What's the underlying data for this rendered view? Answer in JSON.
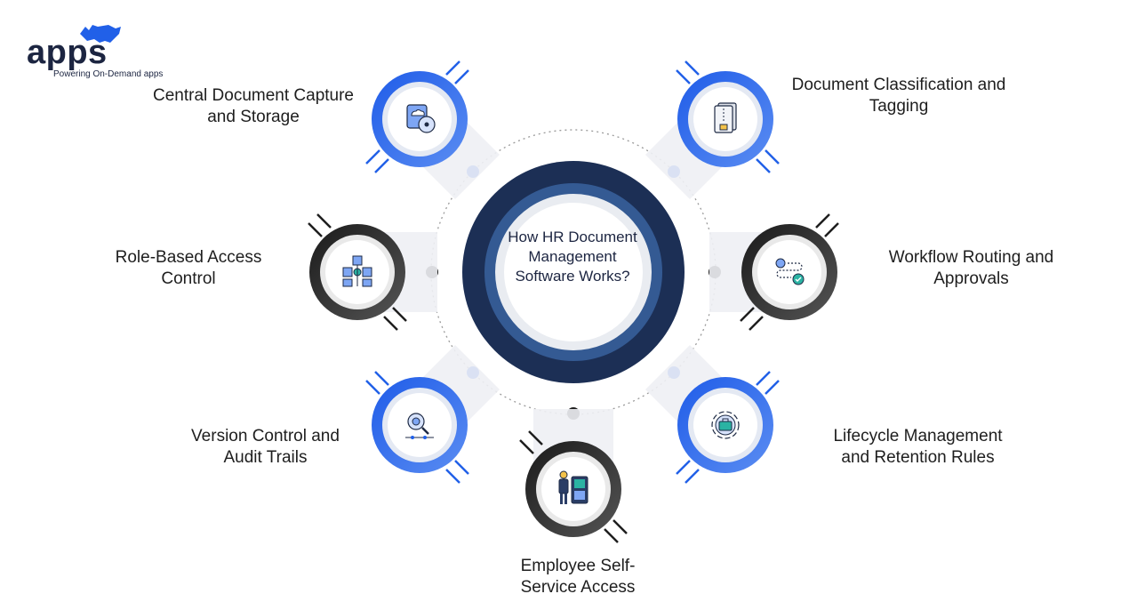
{
  "logo": {
    "wordmark": "apps",
    "tagline": "Powering On-Demand apps",
    "icon": "rhino-icon"
  },
  "center": {
    "title": "How HR Document Management Software Works?"
  },
  "steps": [
    {
      "label": "Central Document Capture and Storage",
      "icon": "cloud-storage-icon",
      "style": "blue"
    },
    {
      "label": "Document Classification and Tagging",
      "icon": "tagged-document-icon",
      "style": "blue"
    },
    {
      "label": "Role-Based Access Control",
      "icon": "network-servers-icon",
      "style": "dark"
    },
    {
      "label": "Workflow Routing and Approvals",
      "icon": "workflow-icon",
      "style": "dark"
    },
    {
      "label": "Version Control and Audit Trails",
      "icon": "magnifier-gear-icon",
      "style": "blue"
    },
    {
      "label": "Lifecycle Management and Retention Rules",
      "icon": "cycle-briefcase-icon",
      "style": "blue"
    },
    {
      "label": "Employee Self-Service Access",
      "icon": "employee-kiosk-icon",
      "style": "dark"
    }
  ],
  "colors": {
    "navy": "#1c2f55",
    "mid_blue": "#345a93",
    "accent_blue": "#2160e8",
    "dark_ring": "#2b2b2b",
    "text": "#1e1e1e"
  }
}
